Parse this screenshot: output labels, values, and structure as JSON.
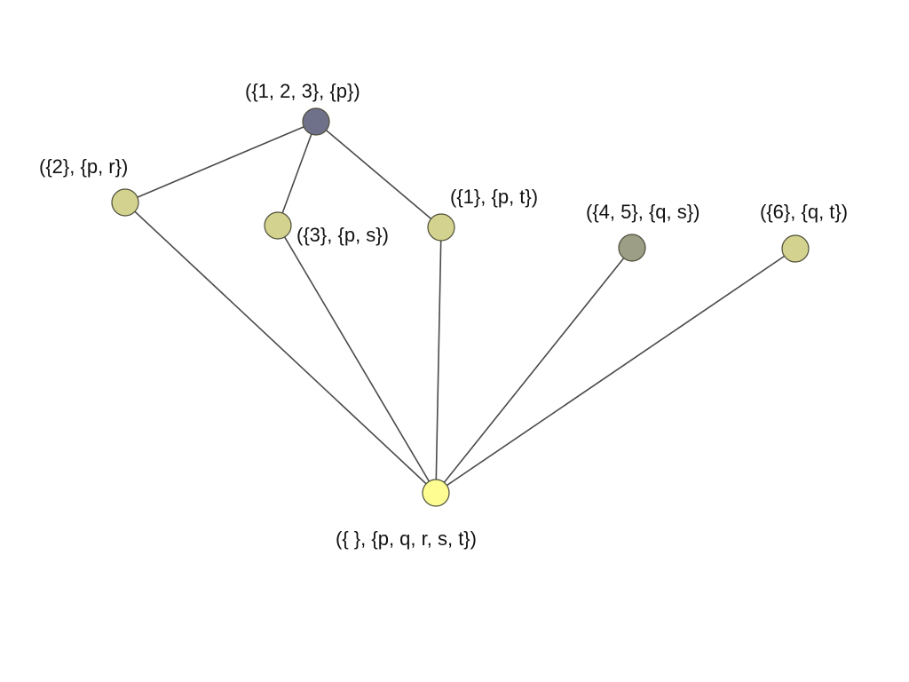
{
  "colors": {
    "node_top": "#6f718a",
    "node_mid": "#d3d28f",
    "node_dark": "#9c9e86",
    "node_bottom": "#fdfd92",
    "edge": "#4a4a4a"
  },
  "nodes": {
    "top": {
      "label": "({1, 2, 3}, {p})"
    },
    "two": {
      "label": "({2}, {p, r})"
    },
    "three": {
      "label": "({3}, {p, s})"
    },
    "one": {
      "label": "({1}, {p, t})"
    },
    "four_five": {
      "label": "({4, 5}, {q, s})"
    },
    "six": {
      "label": "({6}, {q, t})"
    },
    "bottom": {
      "label": "({ }, {p, q, r, s, t})"
    }
  },
  "edges": [
    [
      "top",
      "two"
    ],
    [
      "top",
      "three"
    ],
    [
      "top",
      "one"
    ],
    [
      "two",
      "bottom"
    ],
    [
      "three",
      "bottom"
    ],
    [
      "one",
      "bottom"
    ],
    [
      "four_five",
      "bottom"
    ],
    [
      "six",
      "bottom"
    ]
  ]
}
